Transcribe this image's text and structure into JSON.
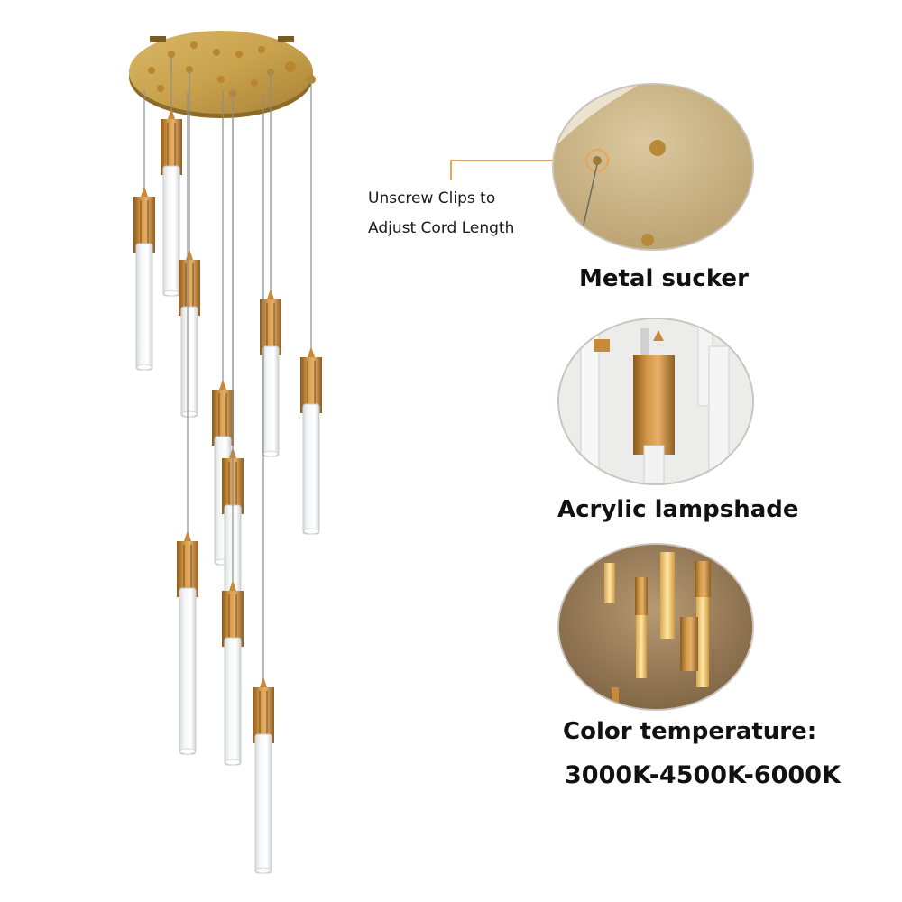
{
  "callout": {
    "line1": "Unscrew Clips to",
    "line2": "Adjust Cord Length",
    "accent": "#e9a35a"
  },
  "details": [
    {
      "caption": "Metal sucker",
      "icon": "canopy-closeup-icon"
    },
    {
      "caption": "Acrylic lampshade",
      "icon": "pendant-closeup-icon"
    },
    {
      "caption": "Color temperature:",
      "subcaption": "3000K-4500K-6000K",
      "icon": "lit-pendants-icon"
    }
  ],
  "colors": {
    "brass": "#c9a24e",
    "copper": "#c8893a",
    "acrylic": "#eef0f1",
    "warm_bg": "#9a7e5c"
  }
}
